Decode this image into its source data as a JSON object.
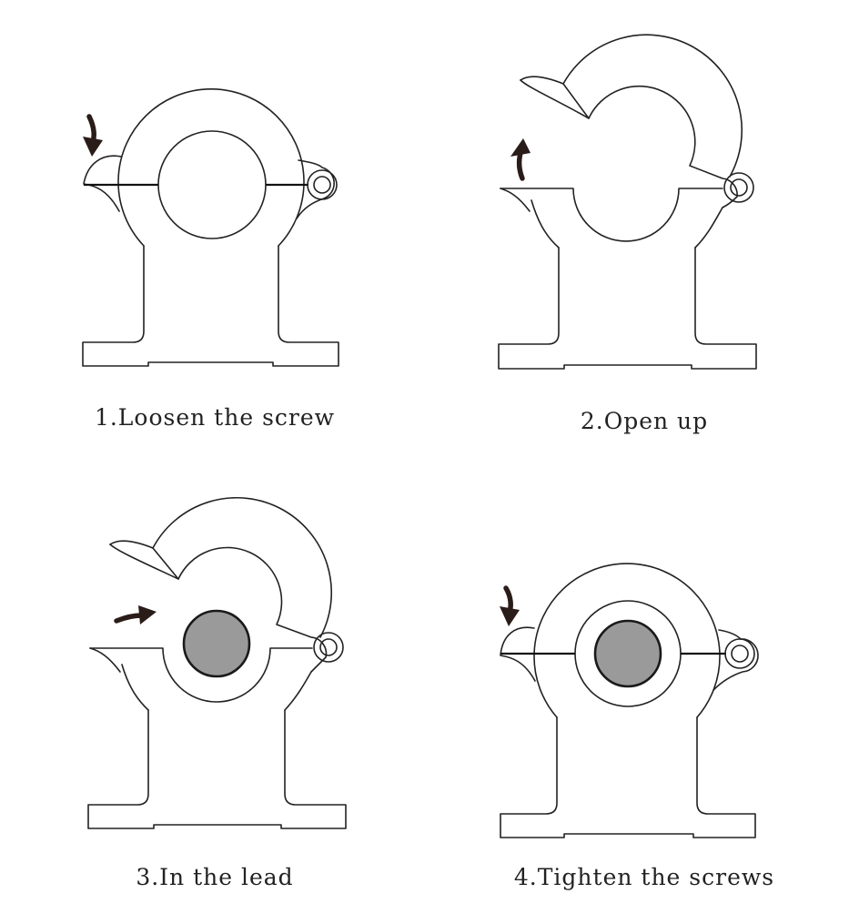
{
  "steps": [
    {
      "caption": "1.Loosen the screw",
      "state": "closed",
      "arrow": "down",
      "lead_inserted": false
    },
    {
      "caption": "2.Open up",
      "state": "open",
      "arrow": "up",
      "lead_inserted": false
    },
    {
      "caption": "3.In the lead",
      "state": "open",
      "arrow": "right",
      "lead_inserted": true
    },
    {
      "caption": "4.Tighten the screws",
      "state": "closed",
      "arrow": "down",
      "lead_inserted": true
    }
  ],
  "colors": {
    "line": "#222222",
    "arrow": "#2a1c18",
    "lead": "#9a9a9a"
  },
  "icons": [
    "split-core-transformer-icon",
    "direction-arrow-icon",
    "hinge-screw-icon",
    "lead-wire-icon"
  ]
}
